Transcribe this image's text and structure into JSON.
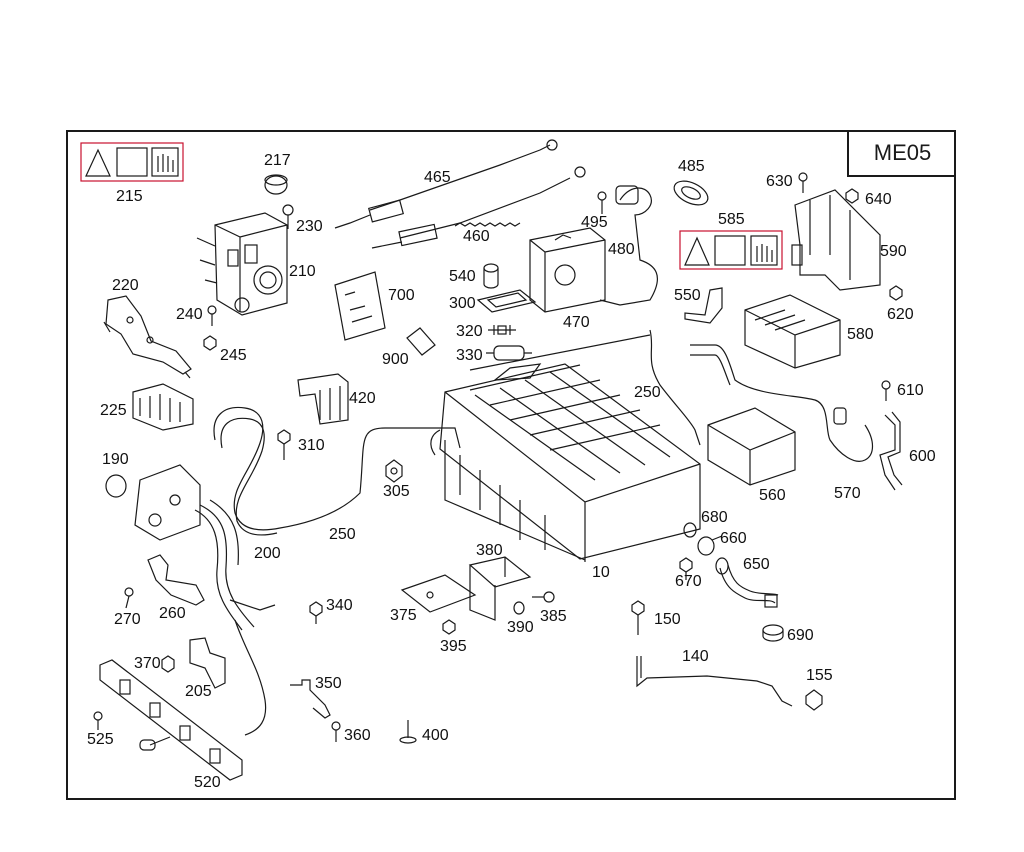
{
  "diagram_code": "ME05",
  "callouts": [
    "10",
    "140",
    "150",
    "155",
    "190",
    "200",
    "205",
    "210",
    "215",
    "217",
    "220",
    "225",
    "230",
    "240",
    "245",
    "250",
    "250",
    "250",
    "260",
    "270",
    "300",
    "305",
    "310",
    "320",
    "330",
    "340",
    "350",
    "360",
    "370",
    "375",
    "380",
    "385",
    "390",
    "395",
    "400",
    "420",
    "460",
    "465",
    "470",
    "480",
    "485",
    "495",
    "520",
    "525",
    "540",
    "550",
    "560",
    "570",
    "580",
    "585",
    "590",
    "600",
    "610",
    "620",
    "630",
    "640",
    "650",
    "660",
    "670",
    "680",
    "690",
    "700",
    "900"
  ],
  "colors": {
    "line": "#1a1a1a",
    "accent": "#c8102e"
  }
}
